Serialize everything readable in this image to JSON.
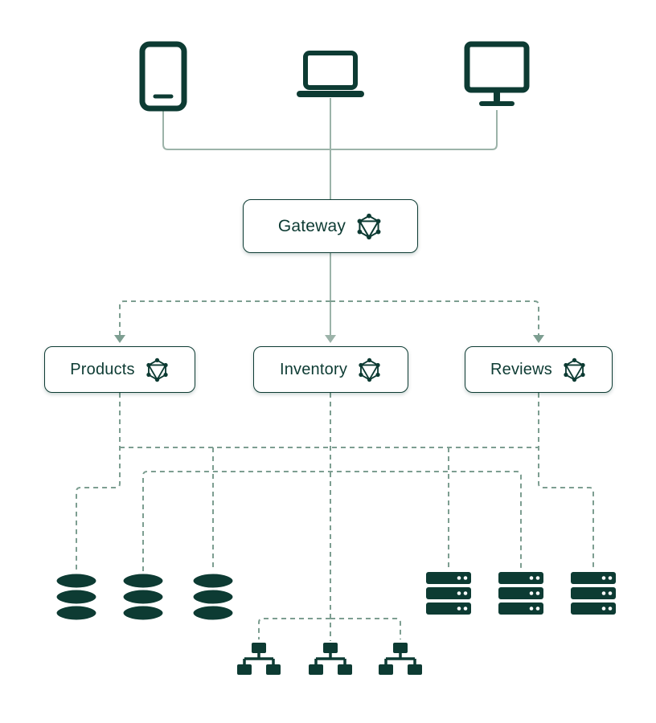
{
  "diagram": {
    "gateway": {
      "label": "Gateway",
      "icon": "graphql-logo"
    },
    "services": [
      {
        "label": "Products",
        "icon": "graphql-logo"
      },
      {
        "label": "Inventory",
        "icon": "graphql-logo"
      },
      {
        "label": "Reviews",
        "icon": "graphql-logo"
      }
    ],
    "clients": [
      {
        "icon": "tablet-icon"
      },
      {
        "icon": "laptop-icon"
      },
      {
        "icon": "desktop-icon"
      }
    ],
    "backends": {
      "databases": [
        "database-icon",
        "database-icon",
        "database-icon"
      ],
      "servers": [
        "server-icon",
        "server-icon",
        "server-icon"
      ],
      "networks": [
        "network-icon",
        "network-icon",
        "network-icon"
      ]
    }
  },
  "colors": {
    "dark": "#0d3b33",
    "line": "#9cb3a9",
    "line_dashed": "#7d9e91",
    "box_bg": "#ffffff",
    "box_border": "#0d3b33",
    "text": "#0d3b33"
  }
}
